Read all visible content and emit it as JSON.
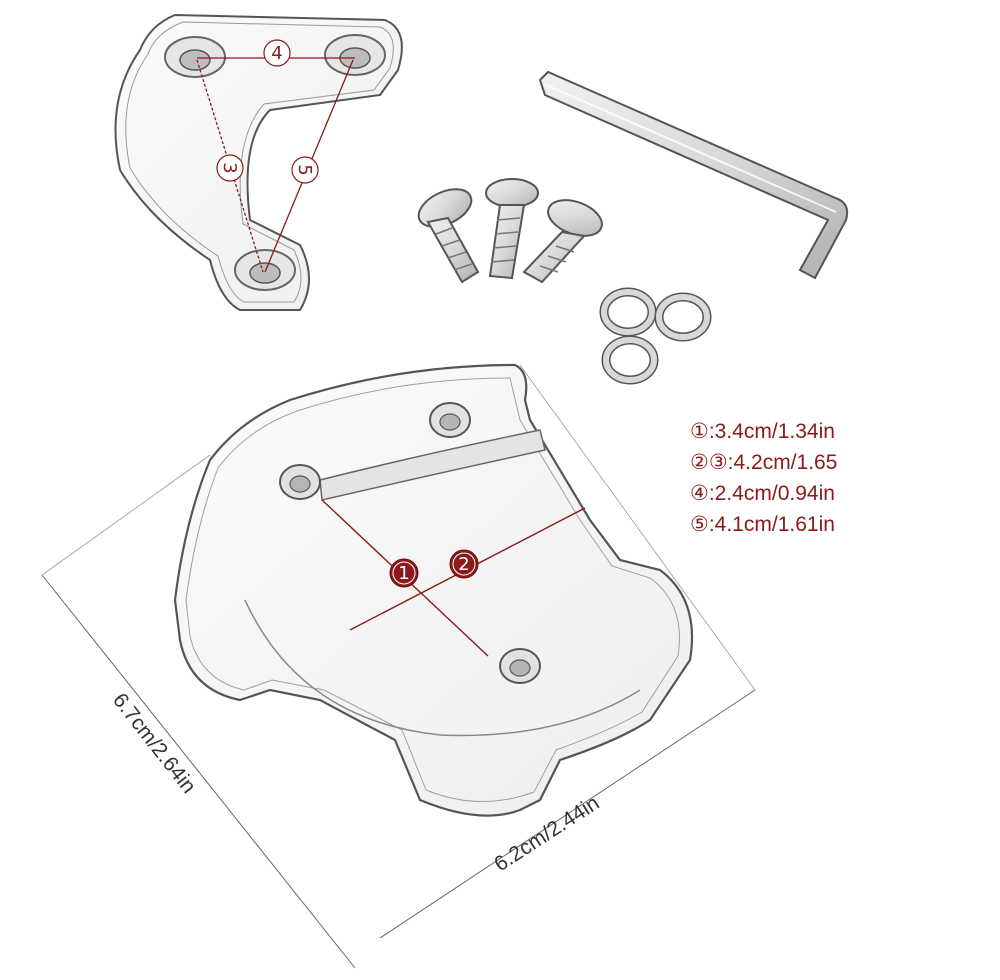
{
  "dimensions": {
    "d1": "3.4cm/1.34in",
    "d23": "4.2cm/1.65",
    "d4": "2.4cm/0.94in",
    "d5": "4.1cm/1.61in",
    "height_label": "6.7cm/2.64in",
    "width_label": "6.2cm/2.44in"
  },
  "markers": {
    "m1": "1",
    "m2": "2",
    "m3": "3",
    "m4": "4",
    "m5": "5"
  },
  "legend": [
    {
      "markers": "①:",
      "text": "3.4cm/1.34in"
    },
    {
      "markers": "②③:",
      "text": "4.2cm/1.65"
    },
    {
      "markers": "④:",
      "text": "2.4cm/0.94in"
    },
    {
      "markers": "⑤:",
      "text": "4.1cm/1.61in"
    }
  ],
  "colors": {
    "accent": "#8b1a1a",
    "outline": "#555555",
    "metal": "#c8c8c8"
  }
}
